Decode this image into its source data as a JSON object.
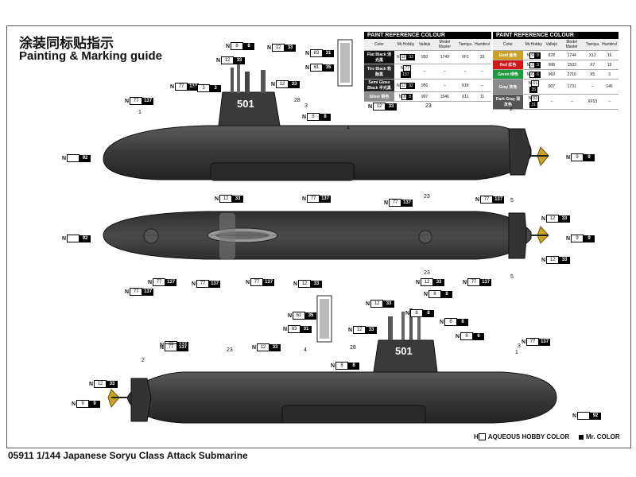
{
  "header": {
    "title_cn": "涂装同标贴指示",
    "title_en": "Painting & Marking guide"
  },
  "footer": {
    "caption": "05911 1/144 Japanese Soryu Class Attack Submarine",
    "legend_hobby": "AQUEOUS HOBBY COLOR",
    "legend_hobby_prefix": "H",
    "legend_mr": "Mr. COLOR"
  },
  "sail_number": "501",
  "reference_left": {
    "title": "PAINT REFERENCE COLOUR",
    "columns": [
      "Color",
      "Mr.Hobby",
      "Vallejo",
      "Model Master",
      "Tamiya",
      "Humbrol"
    ],
    "rows": [
      {
        "name": "Flat Black 消光黑",
        "swatch": "#111111",
        "h": "12",
        "m": "33",
        "vallejo": "950",
        "mm": "1749",
        "tamiya": "XF1",
        "humbrol": "33"
      },
      {
        "name": "Tire Black 轮胎黑",
        "swatch": "#2a2a2a",
        "h": "77",
        "m": "137",
        "vallejo": "–",
        "mm": "–",
        "tamiya": "–",
        "humbrol": "–"
      },
      {
        "name": "Semi Gloss Black 半光黑",
        "swatch": "#222222",
        "h": "12",
        "m": "92",
        "vallejo": "950",
        "mm": "–",
        "tamiya": "X18",
        "humbrol": "–"
      },
      {
        "name": "Silver 银色",
        "swatch": "#8e8e8e",
        "h": "8",
        "m": "8",
        "vallejo": "997",
        "mm": "1546",
        "tamiya": "X11",
        "humbrol": "11"
      }
    ]
  },
  "reference_right": {
    "title": "PAINT REFERENCE COLOUR",
    "columns": [
      "Color",
      "Mr.Hobby",
      "Vallejo",
      "Model Master",
      "Tamiya",
      "Humbrol"
    ],
    "rows": [
      {
        "name": "Gold 金色",
        "swatch": "#c9a227",
        "h": "9",
        "m": "9",
        "vallejo": "878",
        "mm": "1744",
        "tamiya": "X12",
        "humbrol": "16"
      },
      {
        "name": "Red 红色",
        "swatch": "#d01818",
        "h": "3",
        "m": "3",
        "vallejo": "908",
        "mm": "1503",
        "tamiya": "X7",
        "humbrol": "19"
      },
      {
        "name": "Green 绿色",
        "swatch": "#1e9a3c",
        "h": "6",
        "m": "6",
        "vallejo": "969",
        "mm": "2716",
        "tamiya": "X5",
        "humbrol": "3"
      },
      {
        "name": "Gray 灰色",
        "swatch": "#8a8a8a",
        "h": "61",
        "m": "35",
        "vallejo": "907",
        "mm": "1731",
        "tamiya": "–",
        "humbrol": "146"
      },
      {
        "name": "Dark Gray 深灰色",
        "swatch": "#555555",
        "h": "83",
        "m": "31",
        "vallejo": "–",
        "mm": "–",
        "tamiya": "XF53",
        "humbrol": "–"
      }
    ]
  },
  "callouts": [
    {
      "h": "8",
      "m": "8"
    },
    {
      "h": "12",
      "m": "33"
    },
    {
      "h": "12",
      "m": "33"
    },
    {
      "h": "83",
      "m": "31"
    },
    {
      "h": "61",
      "m": "35"
    },
    {
      "h": "77",
      "m": "137"
    },
    {
      "h": "3",
      "m": "3"
    },
    {
      "h": "12",
      "m": "33"
    },
    {
      "h": "77",
      "m": "137"
    },
    {
      "h": "8",
      "m": "8"
    },
    {
      "h": "12",
      "m": "33"
    },
    {
      "h": "",
      "m": "92"
    },
    {
      "h": "9",
      "m": "9"
    },
    {
      "h": "12",
      "m": "33"
    },
    {
      "h": "77",
      "m": "137"
    },
    {
      "h": "77",
      "m": "137"
    },
    {
      "h": "77",
      "m": "137"
    },
    {
      "h": "12",
      "m": "33"
    },
    {
      "h": "",
      "m": "92"
    },
    {
      "h": "9",
      "m": "9"
    },
    {
      "h": "77",
      "m": "137"
    },
    {
      "h": "77",
      "m": "137"
    },
    {
      "h": "77",
      "m": "137"
    },
    {
      "h": "77",
      "m": "137"
    },
    {
      "h": "12",
      "m": "33"
    },
    {
      "h": "12",
      "m": "33"
    },
    {
      "h": "77",
      "m": "137"
    },
    {
      "h": "12",
      "m": "33"
    },
    {
      "h": "8",
      "m": "8"
    },
    {
      "h": "12",
      "m": "33"
    },
    {
      "h": "61",
      "m": "35"
    },
    {
      "h": "8",
      "m": "8"
    },
    {
      "h": "12",
      "m": "33"
    },
    {
      "h": "83",
      "m": "31"
    },
    {
      "h": "6",
      "m": "6"
    },
    {
      "h": "8",
      "m": "8"
    },
    {
      "h": "77",
      "m": "137"
    },
    {
      "h": "77",
      "m": "137"
    },
    {
      "h": "12",
      "m": "33"
    },
    {
      "h": "77",
      "m": "137"
    },
    {
      "h": "8",
      "m": "8"
    },
    {
      "h": "12",
      "m": "33"
    },
    {
      "h": "9",
      "m": "9"
    },
    {
      "h": "",
      "m": "92"
    }
  ],
  "part_numbers": [
    "1",
    "3",
    "28",
    "4",
    "23",
    "2",
    "23",
    "5",
    "23",
    "5",
    "2",
    "23",
    "4",
    "28",
    "3",
    "1"
  ]
}
